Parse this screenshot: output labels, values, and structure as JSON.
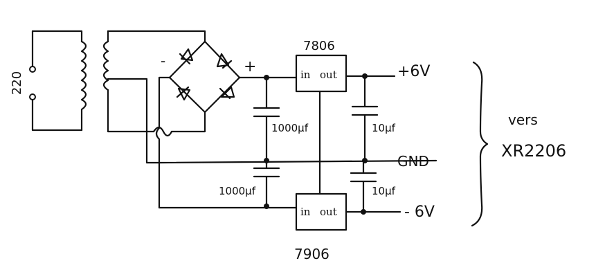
{
  "mains_voltage": "220",
  "bridge": {
    "minus": "-",
    "plus": "+"
  },
  "regulator_top": {
    "part": "7806",
    "in": "in",
    "out": "out"
  },
  "regulator_bottom": {
    "part": "7906",
    "in": "in",
    "out": "out"
  },
  "capacitors": {
    "top_input": "1000µf",
    "bottom_input": "1000µf",
    "top_output": "10µf",
    "bottom_output": "10µf"
  },
  "outputs": {
    "positive": "+6V",
    "ground": "GND",
    "negative": "- 6V"
  },
  "destination": {
    "line1": "vers",
    "line2": "XR2206"
  }
}
